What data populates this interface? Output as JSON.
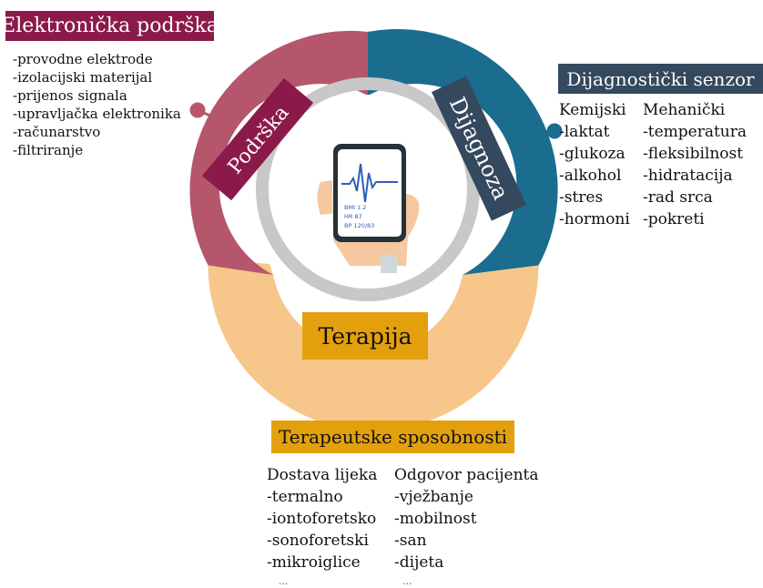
{
  "sections": {
    "support": {
      "header": "Elektronička podrška",
      "ring_label": "Podrška",
      "items": [
        "-provodne elektrode",
        "-izolacijski materijal",
        "-prijenos signala",
        "-upravljačka elektronika",
        "-računarstvo",
        "-filtriranje"
      ]
    },
    "diagnosis": {
      "header": "Dijagnostički senzor",
      "ring_label": "Dijagnoza",
      "columns": [
        {
          "title": "Kemijski",
          "items": [
            "-laktat",
            "-glukoza",
            "-alkohol",
            "-stres",
            "-hormoni"
          ]
        },
        {
          "title": "Mehanički",
          "items": [
            "-temperatura",
            "-fleksibilnost",
            "-hidratacija",
            "-rad srca",
            "-pokreti"
          ]
        }
      ]
    },
    "therapy": {
      "header": "Terapeutske sposobnosti",
      "ring_label": "Terapija",
      "columns": [
        {
          "title": "Dostava lijeka",
          "items": [
            "-termalno",
            "-iontoforetsko",
            "-sonoforetski",
            "-mikroiglice"
          ],
          "ellipsis": "..."
        },
        {
          "title": "Odgovor pacijenta",
          "items": [
            "-vježbanje",
            "-mobilnost",
            "-san",
            "-dijeta"
          ],
          "ellipsis": "..."
        }
      ]
    }
  },
  "phone": {
    "readout": [
      "BMI 1.2",
      "HR 87",
      "BP 120/83"
    ]
  },
  "colors": {
    "support_arc": "#b5566c",
    "diagnosis_arc": "#1a6d8e",
    "therapy_arc": "#f7c68a",
    "inner_ring": "#c8c8c8",
    "support_header": "#8b1a4a",
    "diagnosis_header": "#34495e",
    "therapy_header": "#e3a00c"
  }
}
